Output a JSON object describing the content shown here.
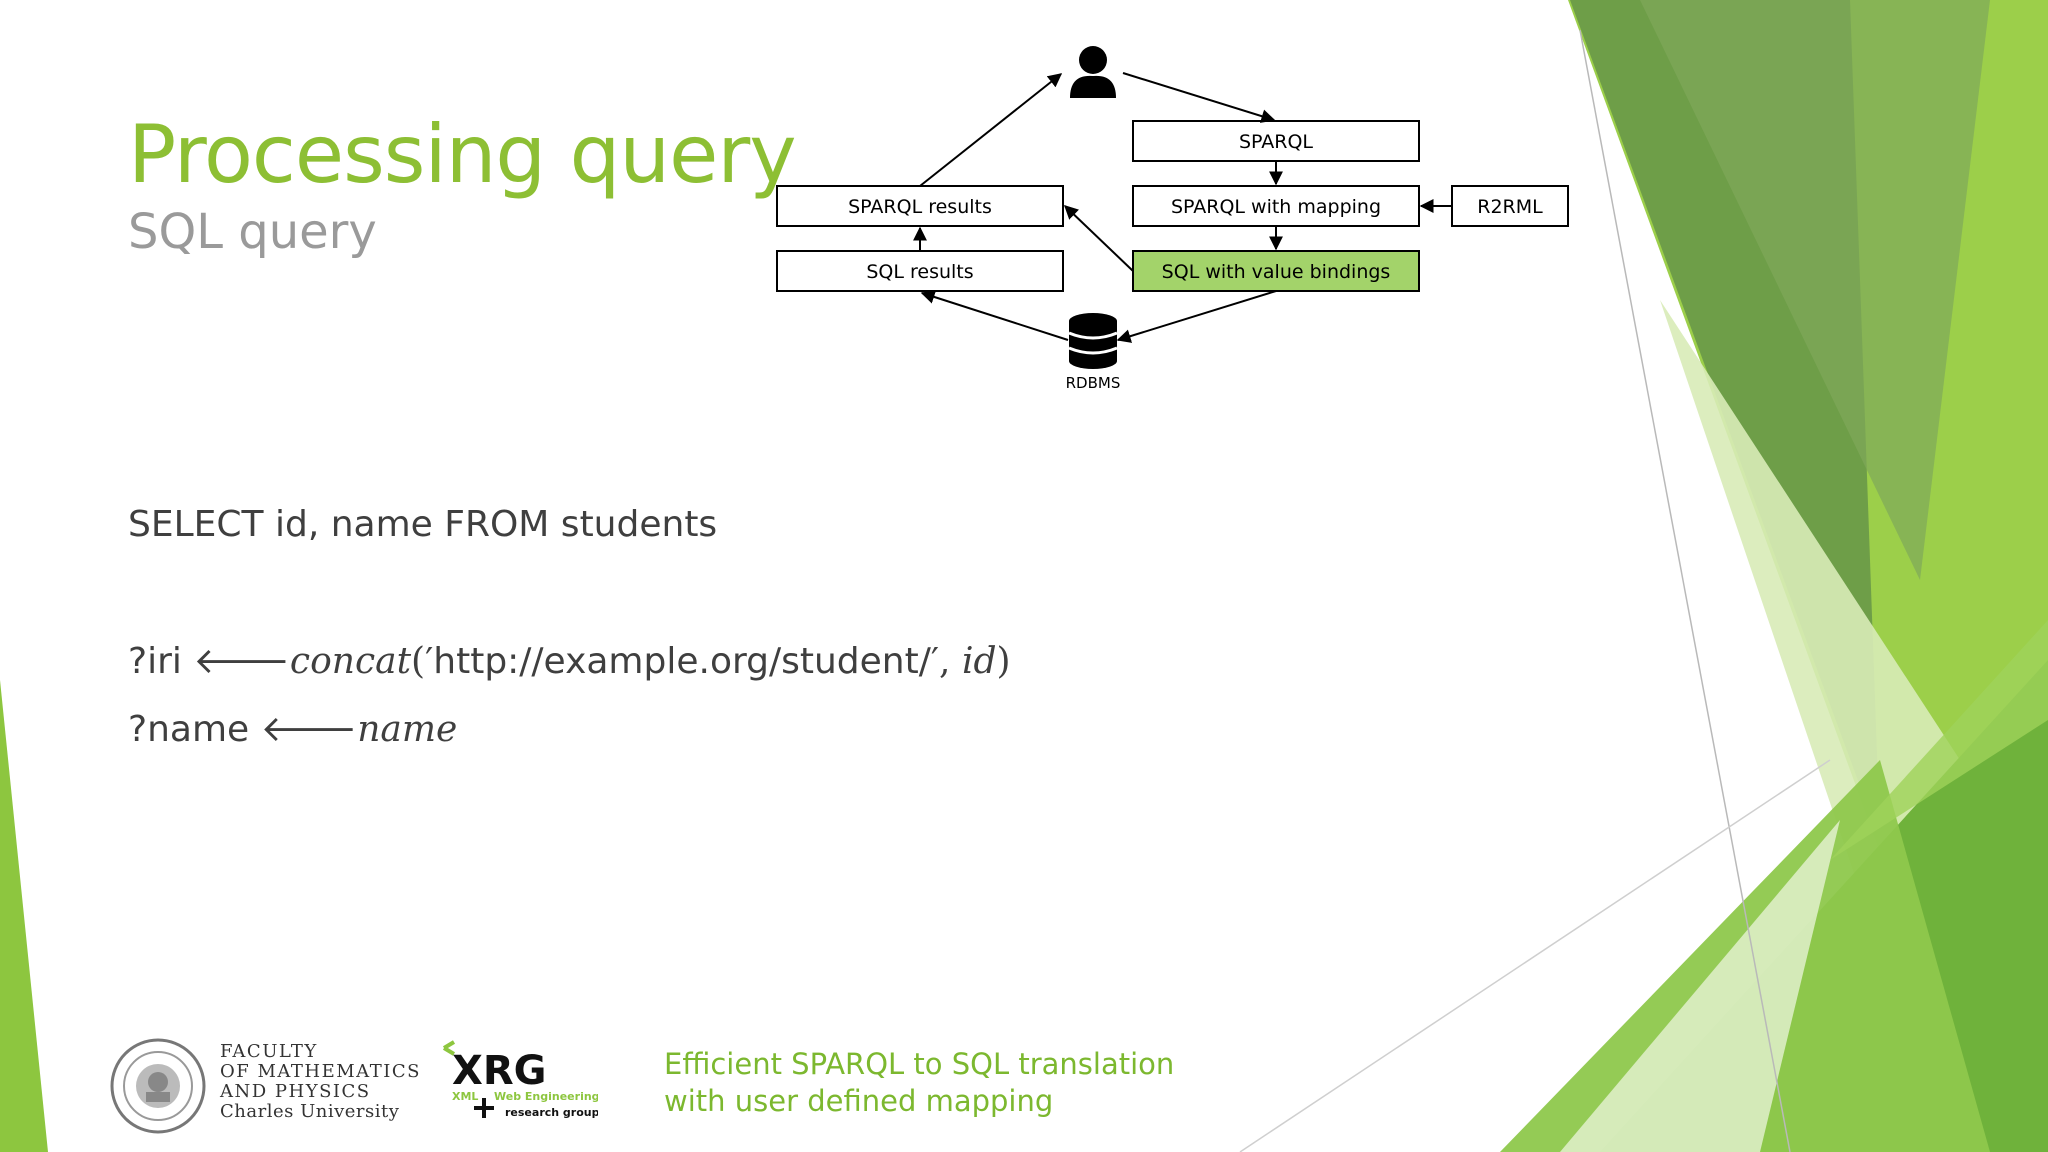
{
  "slide": {
    "title": "Processing query",
    "subtitle": "SQL query"
  },
  "body": {
    "sql_line": "SELECT id, name FROM students",
    "iri_var": "?iri",
    "arrow": "🡐",
    "concat_fn": "concat",
    "concat_open": "(",
    "concat_arg1": "′http://example.org/student/′",
    "concat_sep": ", ",
    "concat_arg2": "id",
    "concat_close": ")",
    "name_var": "?name",
    "name_value": "name"
  },
  "diagram": {
    "nodes": {
      "sparql": "SPARQL",
      "sparql_mapping": "SPARQL with mapping",
      "r2rml": "R2RML",
      "sparql_results": "SPARQL results",
      "sql_results": "SQL results",
      "sql_bindings": "SQL with value bindings",
      "rdbms": "RDBMS"
    },
    "highlight_color": "#a3d36a"
  },
  "footer": {
    "faculty_line1": "FACULTY",
    "faculty_line2": "OF MATHEMATICS",
    "faculty_line3": "AND PHYSICS",
    "faculty_line4": "Charles University",
    "xrg_logo": "XRG",
    "xrg_sub1": "XML",
    "xrg_sub2": "Web Engineering",
    "xrg_sub3": "research group",
    "talk_line1": "Efficient SPARQL to SQL translation",
    "talk_line2": "with user defined mapping"
  },
  "colors": {
    "accent": "#8dbf34",
    "dark_green": "#5e8f32",
    "light_green": "#c8e29a"
  }
}
